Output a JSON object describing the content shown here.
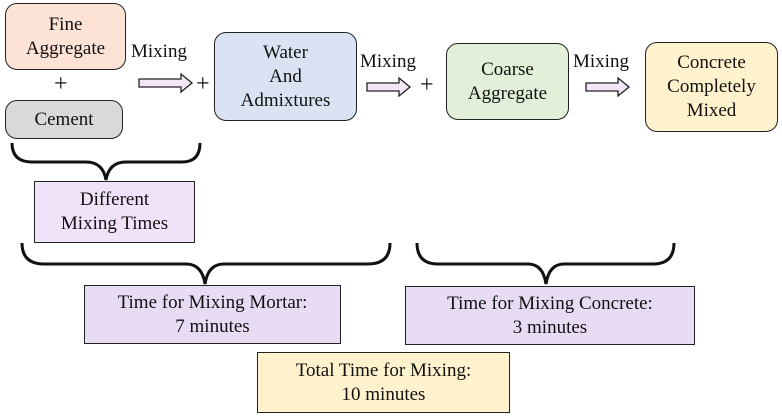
{
  "nodes": {
    "fine_aggregate": {
      "lines": [
        "Fine",
        "Aggregate"
      ],
      "color": "#fde3d6"
    },
    "cement": {
      "lines": [
        "Cement"
      ],
      "color": "#d9d9d9"
    },
    "water_admixtures": {
      "lines": [
        "Water",
        "And",
        "Admixtures"
      ],
      "color": "#dae3f3"
    },
    "coarse_aggregate": {
      "lines": [
        "Coarse",
        "Aggregate"
      ],
      "color": "#e2efd9"
    },
    "concrete_mixed": {
      "lines": [
        "Concrete",
        "Completely",
        "Mixed"
      ],
      "color": "#fff2cc"
    },
    "different_mixing_times": {
      "lines": [
        "Different",
        "Mixing Times"
      ],
      "color": "#f0e2f8"
    },
    "time_mortar": {
      "lines": [
        "Time for Mixing Mortar:",
        "7 minutes"
      ],
      "color": "#e8dcf5"
    },
    "time_concrete": {
      "lines": [
        "Time for Mixing Concrete:",
        "3 minutes"
      ],
      "color": "#e8dcf5"
    },
    "total_time": {
      "lines": [
        "Total Time for Mixing:",
        "10 minutes"
      ],
      "color": "#fff2cc"
    }
  },
  "labels": {
    "mixing_1": "Mixing",
    "mixing_2": "Mixing",
    "mixing_3": "Mixing",
    "plus_1": "+",
    "plus_2": "+",
    "plus_3": "+"
  },
  "arrow_fill": "#f3e6f7"
}
